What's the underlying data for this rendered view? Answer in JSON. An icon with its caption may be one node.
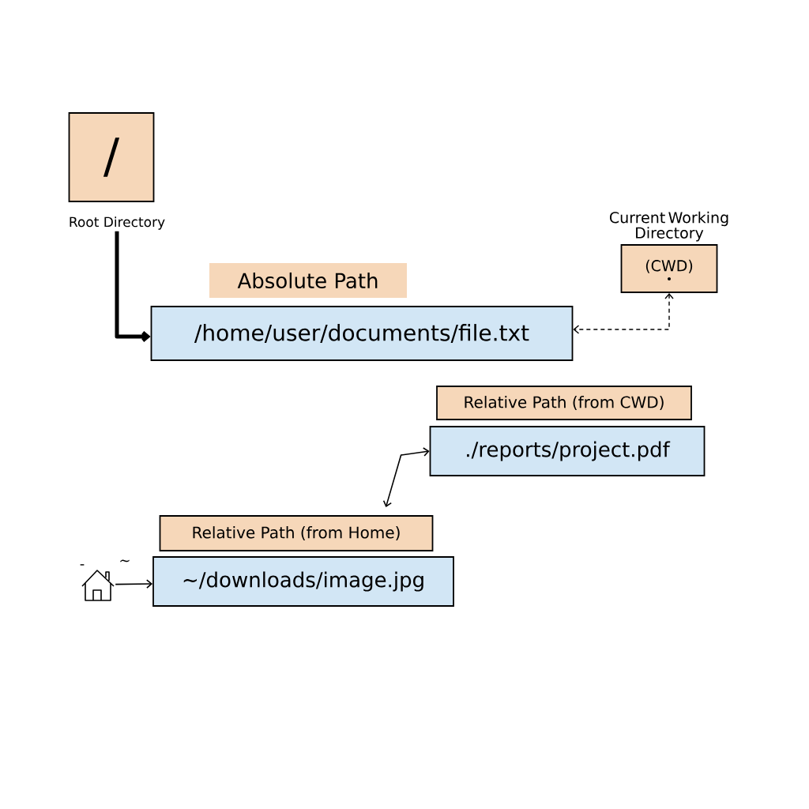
{
  "diagram": {
    "nodes": [
      {
        "text": [
          "/"
        ],
        "beside": [
          "Root Directory"
        ]
      },
      {
        "text": [
          "Absolute Path"
        ]
      },
      {
        "text": [
          "/home/user/documents/file.txt"
        ]
      },
      {
        "text": [
          "Current Working Directory",
          "(CWD)"
        ]
      },
      {
        "text": [
          "Relative Path (from CWD)"
        ]
      },
      {
        "text": [
          "./reports/project.pdf"
        ]
      },
      {
        "text": [
          "Relative Path (from Home)"
        ]
      },
      {
        "text": [
          "~/downloads/image.jpg"
        ]
      },
      {
        "text": [],
        "shape": "house",
        "beside": [
          "-",
          "~"
        ]
      }
    ],
    "edges": [
      {
        "from": 0,
        "to": 2,
        "arrow": "to",
        "style": "thick"
      },
      {
        "from": 3,
        "to": 2,
        "arrow": "both",
        "style": "dashed"
      },
      {
        "from": 5,
        "to": 6,
        "arrow": "both"
      },
      {
        "from": 8,
        "to": 7,
        "arrow": "to"
      }
    ]
  }
}
